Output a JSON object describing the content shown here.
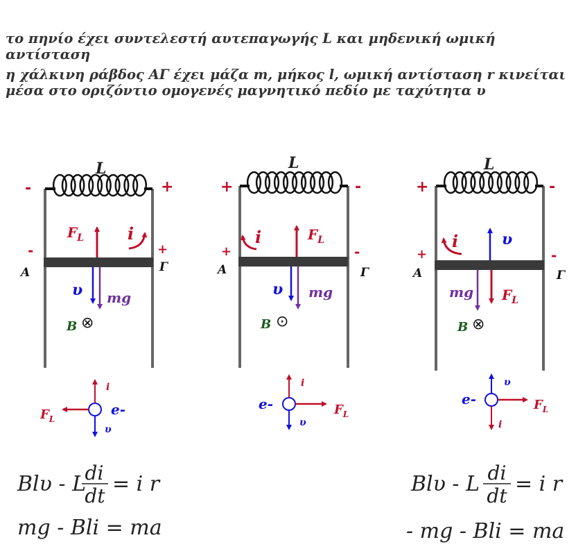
{
  "intro": {
    "line1": "το πηνίο έχει συντελεστή αυτεπαγωγής L και μηδενική ωμική αντίσταση",
    "line2": "η χάλκινη ράβδος ΑΓ έχει μάζα m, μήκος l, ωμική αντίσταση  r κινείται μέσα στο οριζόντιο ομογενές μαγνητικό πεδίο με ταχύτητα υ"
  },
  "labels": {
    "coil": "L",
    "A": "A",
    "G": "Γ",
    "B": "B",
    "plus": "+",
    "minus": "-",
    "FL_main": "F",
    "FL_sub": "L",
    "i": "i",
    "v": "υ",
    "mg": "mg",
    "electron": "e-",
    "B_into": "⊗",
    "B_out": "⊙"
  },
  "equations": {
    "left": {
      "part1": "Blυ - L",
      "num": "di",
      "den": "dt",
      "part2": "= i r",
      "line2": "mg - Bli = ma"
    },
    "right": {
      "part1": "Blυ - L",
      "num": "di",
      "den": "dt",
      "part2": "= i r",
      "line2": "- mg - Bli = ma"
    }
  },
  "colors": {
    "rail": "#666666",
    "bar": "#3a3a3a",
    "coil": "#111111",
    "red": "#c0102a",
    "blue": "#1010e0",
    "purple": "#7030a0",
    "green": "#1a5a1a",
    "text": "#222222"
  }
}
